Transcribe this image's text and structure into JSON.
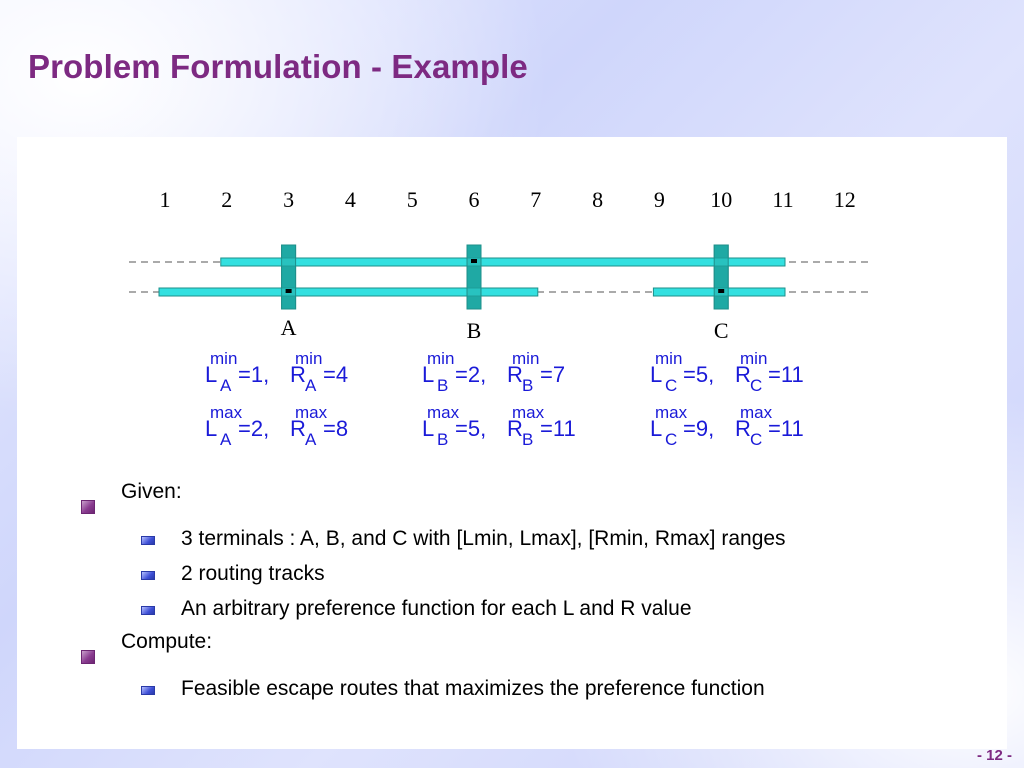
{
  "slide": {
    "title": "Problem Formulation - Example",
    "page_number": "- 12 -"
  },
  "diagram": {
    "column_numbers": [
      "1",
      "2",
      "3",
      "4",
      "5",
      "6",
      "7",
      "8",
      "9",
      "10",
      "11",
      "12"
    ],
    "terminals": [
      {
        "label": "A",
        "column": 3,
        "via_track": 2
      },
      {
        "label": "B",
        "column": 6,
        "via_track": 1
      },
      {
        "label": "C",
        "column": 10,
        "via_track": 2
      }
    ],
    "tracks": [
      {
        "segments": [
          [
            2,
            11
          ]
        ]
      },
      {
        "segments": [
          [
            1,
            7
          ],
          [
            9,
            11
          ]
        ]
      }
    ],
    "colors": {
      "wire": "#33e0e0",
      "terminal": "#1fa9a4",
      "outline": "#1e8f8a",
      "range_text": "#1a1ad8"
    },
    "ranges": [
      {
        "terminal": "A",
        "min": {
          "L": "=1,",
          "R": "=4"
        },
        "max": {
          "L": "=2,",
          "R": "=8"
        }
      },
      {
        "terminal": "B",
        "min": {
          "L": "=2,",
          "R": "=7"
        },
        "max": {
          "L": "=5,",
          "R": "=11"
        }
      },
      {
        "terminal": "C",
        "min": {
          "L": "=5,",
          "R": "=11"
        },
        "max": {
          "L": "=9,",
          "R": "=11"
        }
      }
    ],
    "symbols": {
      "L": "L",
      "R": "R",
      "min": "min",
      "max": "max"
    }
  },
  "bullets": {
    "given": {
      "label": "Given:",
      "items": [
        "3 terminals : A, B, and C with [Lmin, Lmax], [Rmin, Rmax] ranges",
        "2 routing tracks",
        "An arbitrary preference function for each L and R value"
      ]
    },
    "compute": {
      "label": "Compute:",
      "items": [
        "Feasible escape routes that maximizes the preference function"
      ]
    }
  }
}
